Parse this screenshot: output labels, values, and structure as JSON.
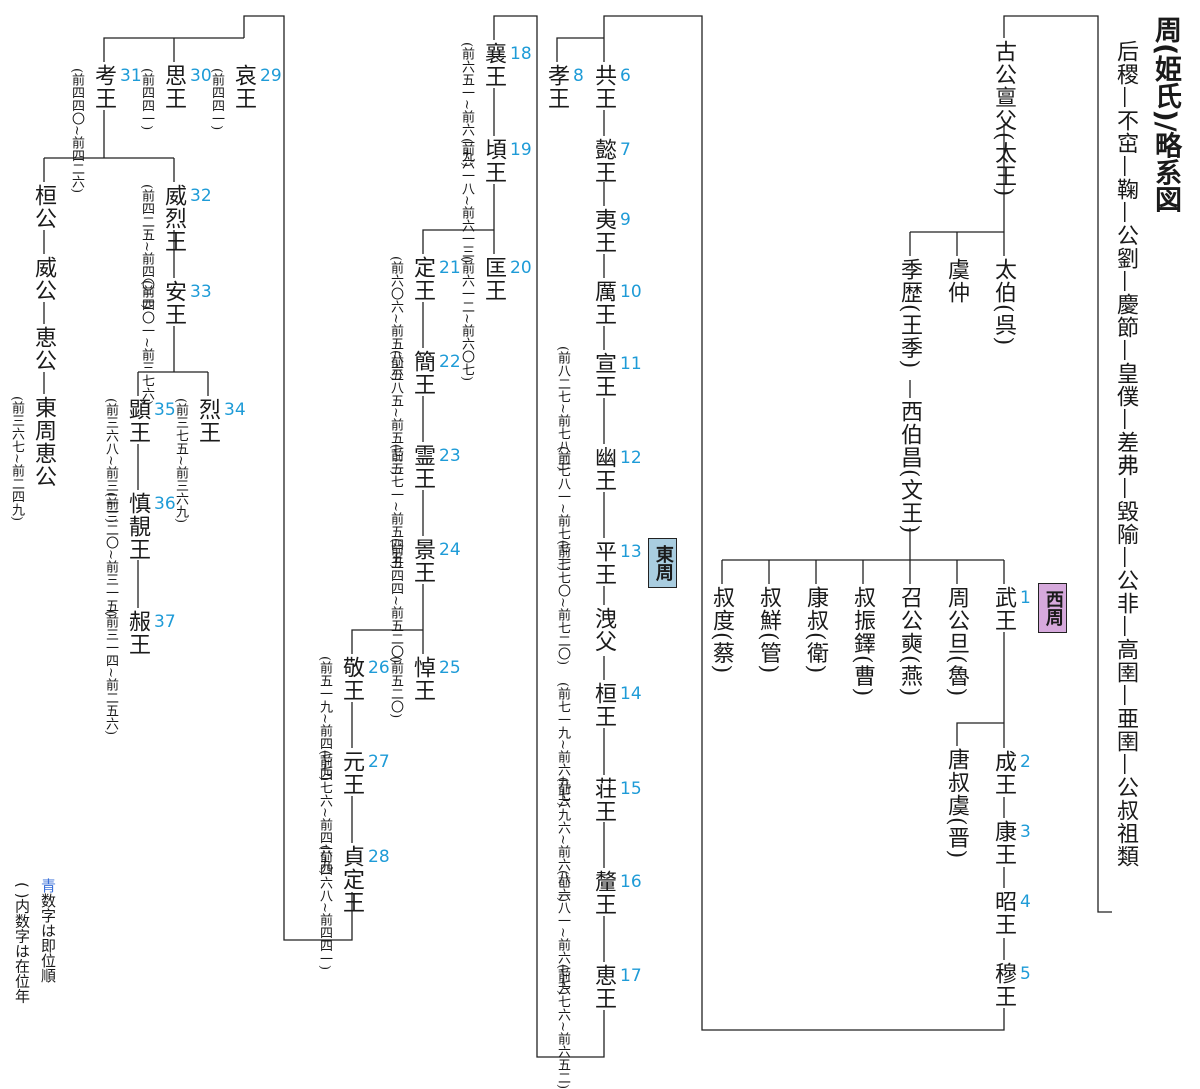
{
  "title": "周(姫氏)/略系図",
  "ancestors": [
    "后稷",
    "不窋",
    "鞠",
    "公劉",
    "慶節",
    "皇僕",
    "差弗",
    "毀隃",
    "公非",
    "高圉",
    "亜圉",
    "公叔祖類"
  ],
  "era_labels": {
    "west": "西周",
    "east": "東周"
  },
  "era_colors": {
    "west": "#d6a9dc",
    "east": "#a9cde0"
  },
  "accent_color": "#1e9bd7",
  "people": {
    "gugong": "古公亶父(太王)",
    "taibo": "太伯(呉)",
    "yuzhong": "虞仲",
    "jili": "季歴(王季)",
    "wenwang": "西伯昌(文王)",
    "wuwang": "武王",
    "zhougong": "周公旦(魯)",
    "shaogong": "召公奭(燕)",
    "shuzhenduo": "叔振鐸(曹)",
    "kangshu": "康叔(衛)",
    "shuxian": "叔鮮(管)",
    "shudu": "叔度(蔡)",
    "chengwang": "成王",
    "tangshu": "唐叔虞(晋)",
    "kangwang": "康王",
    "zhaowang": "昭王",
    "muwang": "穆王",
    "gongwang": "共王",
    "xiaowang": "孝王",
    "yiwang7": "懿王",
    "yiwang9": "夷王",
    "liwang": "厲王",
    "xuanwang": "宣王",
    "youwang": "幽王",
    "pingwang": "平王",
    "xiefu": "洩父",
    "huanwang": "桓王",
    "zhuangwang": "荘王",
    "xiwang": "釐王",
    "huiwang": "恵王",
    "xiangwang": "襄王",
    "qingwang": "頃王",
    "kuangwang": "匡王",
    "dingwang": "定王",
    "jianwang": "簡王",
    "lingwang": "霊王",
    "jingwang24": "景王",
    "daowang": "悼王",
    "jingwang26": "敬王",
    "yuanwang": "元王",
    "zhendingwang": "貞定王",
    "aiwang": "哀王",
    "siwang": "思王",
    "kaowang": "考王",
    "weiliewang": "威烈王",
    "anwang": "安王",
    "liewang": "烈王",
    "xianwang": "顕王",
    "shenjingwang": "慎靚王",
    "nanwang": "赧王",
    "huangong": "桓公",
    "weigong": "威公",
    "huigong": "恵公",
    "dongzhouhuigong": "東周恵公"
  },
  "numbers": {
    "wuwang": "1",
    "chengwang": "2",
    "kangwang": "3",
    "zhaowang": "4",
    "muwang": "5",
    "gongwang": "6",
    "yiwang7": "7",
    "xiaowang": "8",
    "yiwang9": "9",
    "liwang": "10",
    "xuanwang": "11",
    "youwang": "12",
    "pingwang": "13",
    "huanwang": "14",
    "zhuangwang": "15",
    "xiwang": "16",
    "huiwang": "17",
    "xiangwang": "18",
    "qingwang": "19",
    "kuangwang": "20",
    "dingwang": "21",
    "jianwang": "22",
    "lingwang": "23",
    "jingwang24": "24",
    "daowang": "25",
    "jingwang26": "26",
    "yuanwang": "27",
    "zhendingwang": "28",
    "aiwang": "29",
    "siwang": "30",
    "kaowang": "31",
    "weiliewang": "32",
    "anwang": "33",
    "liewang": "34",
    "xianwang": "35",
    "shenjingwang": "36",
    "nanwang": "37"
  },
  "reign": {
    "xuanwang": "(前八二七~前七八二)",
    "youwang": "(前七八一~前七七一)",
    "pingwang": "(前七七〇~前七二〇)",
    "huanwang": "(前七一九~前六九七)",
    "zhuangwang": "(前六九六~前六八二)",
    "xiwang": "(前六八一~前六七七)",
    "huiwang": "(前六七六~前六五二)",
    "xiangwang": "(前六五一~前六一九)",
    "qingwang": "(前六一八~前六一三)",
    "kuangwang": "(前六一二~前六〇七)",
    "dingwang": "(前六〇六~前五八六)",
    "jianwang": "(前五八五~前五七二)",
    "lingwang": "(前五七一~前五四五)",
    "jingwang24": "(前五四四~前五二〇)",
    "daowang": "(前五二〇)",
    "jingwang26": "(前五一九~前四七七)",
    "yuanwang": "(前四七六~前四六九)",
    "zhendingwang": "(前四六八~前四四一)",
    "aiwang": "(前四四一)",
    "siwang": "(前四四一)",
    "kaowang": "(前四四〇~前四二六)",
    "weiliewang": "(前四二五~前四〇二)",
    "anwang": "(前四〇一~前三七六)",
    "liewang": "(前三七五~前三六九)",
    "xianwang": "(前三六八~前三二一)",
    "shenjingwang": "(前三二〇~前三一五)",
    "nanwang": "(前三一四~前二五六)",
    "dongzhouhuigong": "(前三六七~前二四九)"
  },
  "legend": {
    "blue_word": "青",
    "line1_rest": "数字は即位順",
    "line2": "(  )内数字は在位年"
  }
}
